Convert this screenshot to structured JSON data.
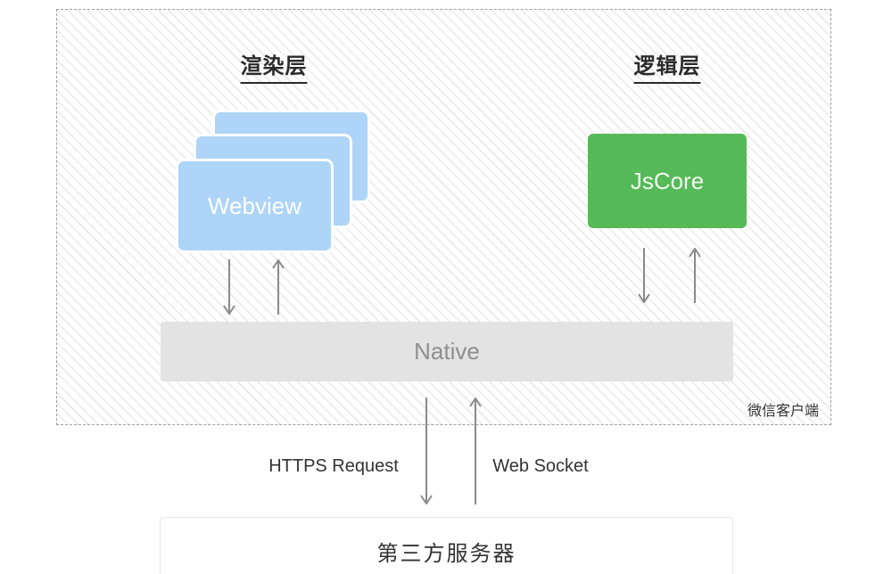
{
  "diagram": {
    "client_label": "微信客户端",
    "render_layer_title": "渲染层",
    "logic_layer_title": "逻辑层",
    "webview_label": "Webview",
    "jscore_label": "JsCore",
    "native_label": "Native",
    "https_request_label": "HTTPS Request",
    "web_socket_label": "Web Socket",
    "server_label": "第三方服务器"
  },
  "colors": {
    "webview_blue": "#aed4f7",
    "jscore_green": "#55ba57",
    "native_bg": "#e3e3e3",
    "native_text": "#8e8e8e",
    "arrow_gray": "#8a8a8a",
    "title_text": "#2b2b2b",
    "dashed_border": "#9f9f9f",
    "hatch_line": "#eaeaea",
    "server_border": "#e8e8e8",
    "card_border_white": "#ffffff"
  }
}
